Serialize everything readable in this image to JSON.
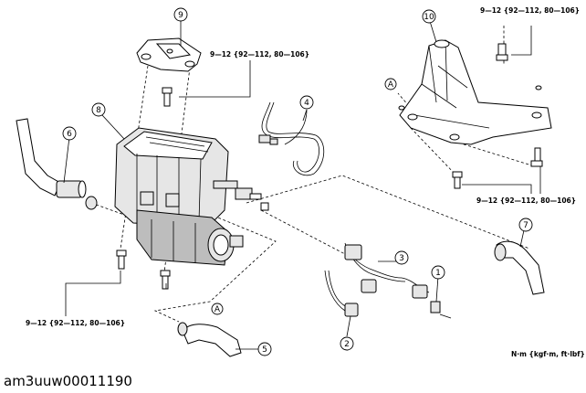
{
  "torque_spec": "9—12 {92—112, 80—106}",
  "unit_label": "N·m {kgf·m, ft·lbf}",
  "caption": "am3uuw00011190",
  "callouts": {
    "c1": "1",
    "c2": "2",
    "c3": "3",
    "c4": "4",
    "c5": "5",
    "c6": "6",
    "c7": "7",
    "c8": "8",
    "c9": "9",
    "c10": "10"
  },
  "ref_a": "A"
}
